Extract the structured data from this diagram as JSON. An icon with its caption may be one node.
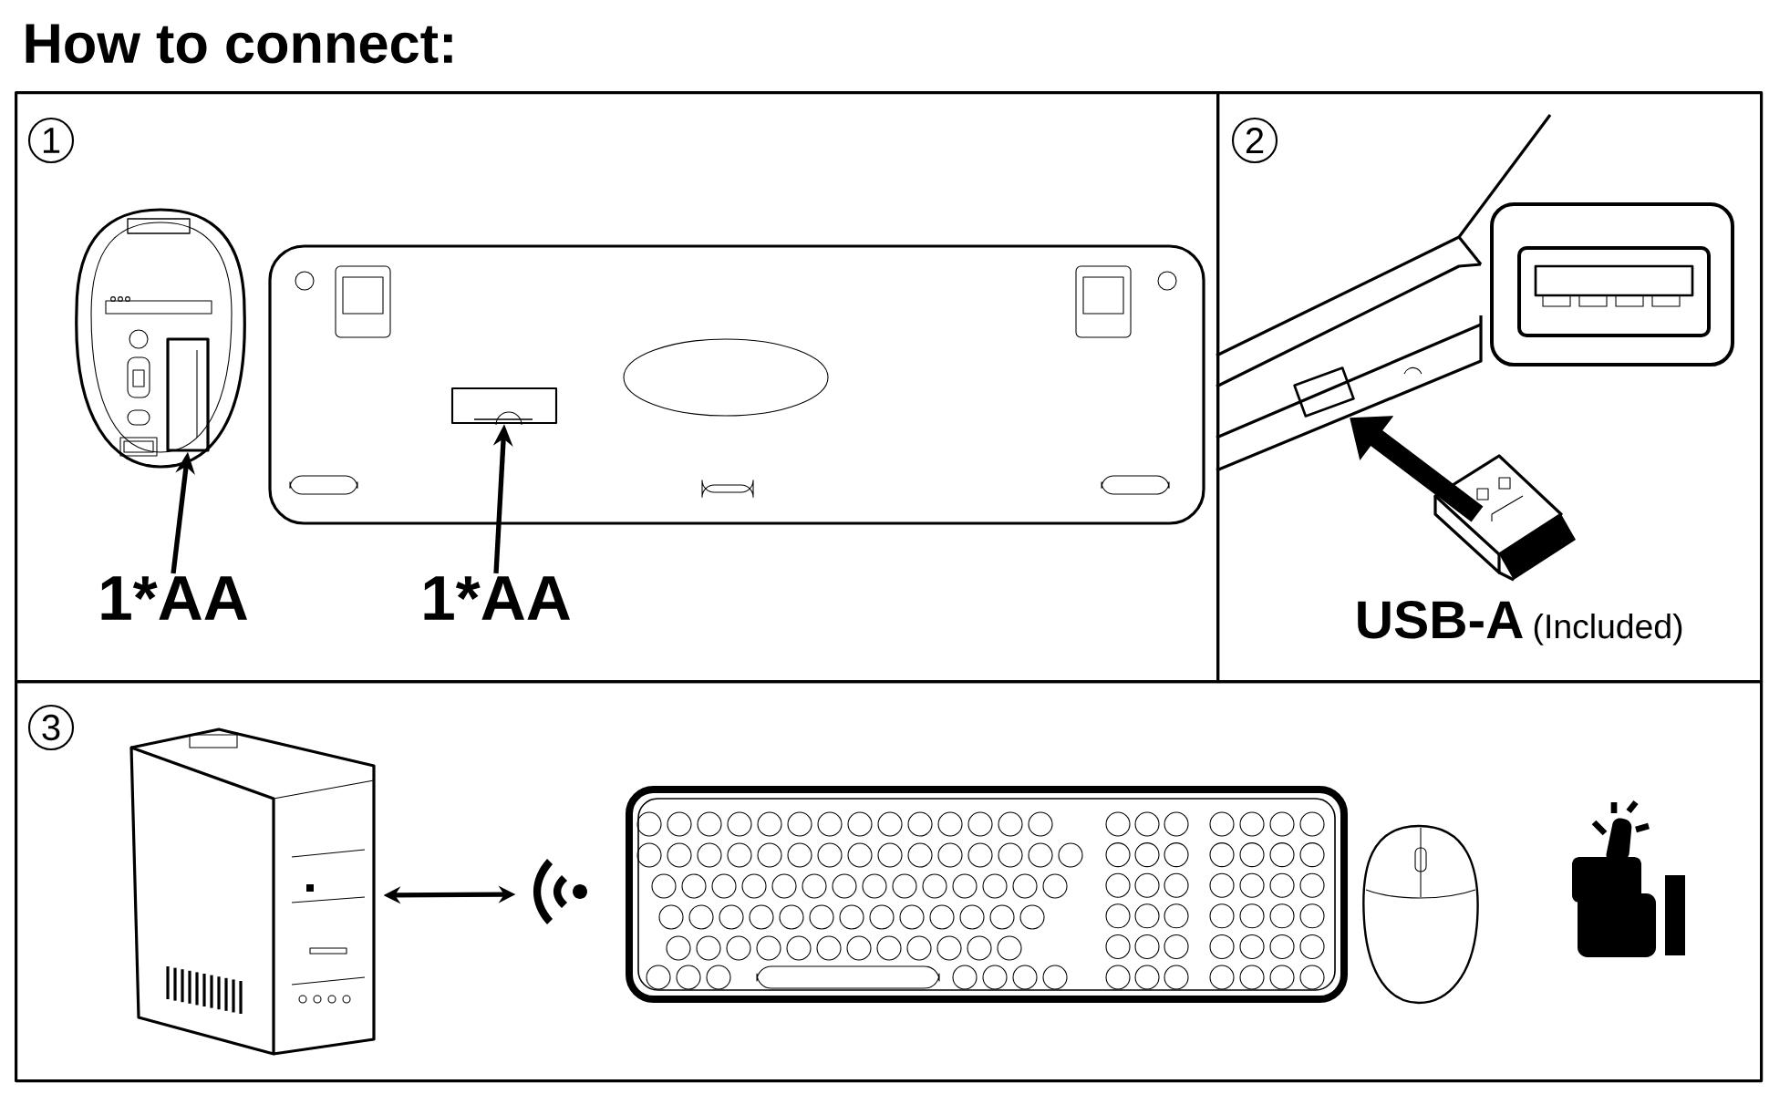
{
  "diagram": {
    "title": "How to connect:",
    "nodes": [
      {
        "text": [
          "1"
        ]
      },
      {
        "text": [],
        "shape": "box",
        "in": 0
      },
      {
        "text": [],
        "shape": "box",
        "in": 0
      },
      {
        "text": [
          "1*AA"
        ],
        "in": 0
      },
      {
        "text": [
          "1*AA"
        ],
        "in": 0
      },
      {
        "text": [
          "2"
        ]
      },
      {
        "text": [],
        "shape": "box",
        "in": 5
      },
      {
        "text": [],
        "shape": "picture",
        "in": 5
      },
      {
        "text": [
          "3"
        ]
      },
      {
        "text": [],
        "shape": "picture",
        "in": 8
      },
      {
        "text": [],
        "shape": "picture",
        "in": 8
      }
    ],
    "edges": [
      {
        "from": 3,
        "to": 1,
        "arrow": "to"
      },
      {
        "from": 4,
        "to": 2,
        "arrow": "to"
      },
      {
        "from": 7,
        "to": 6,
        "arrow": "to",
        "style": "thick"
      },
      {
        "from": 9,
        "to": 10,
        "arrow": "both"
      }
    ],
    "labels": [
      "USB-A",
      "(Included)"
    ]
  }
}
